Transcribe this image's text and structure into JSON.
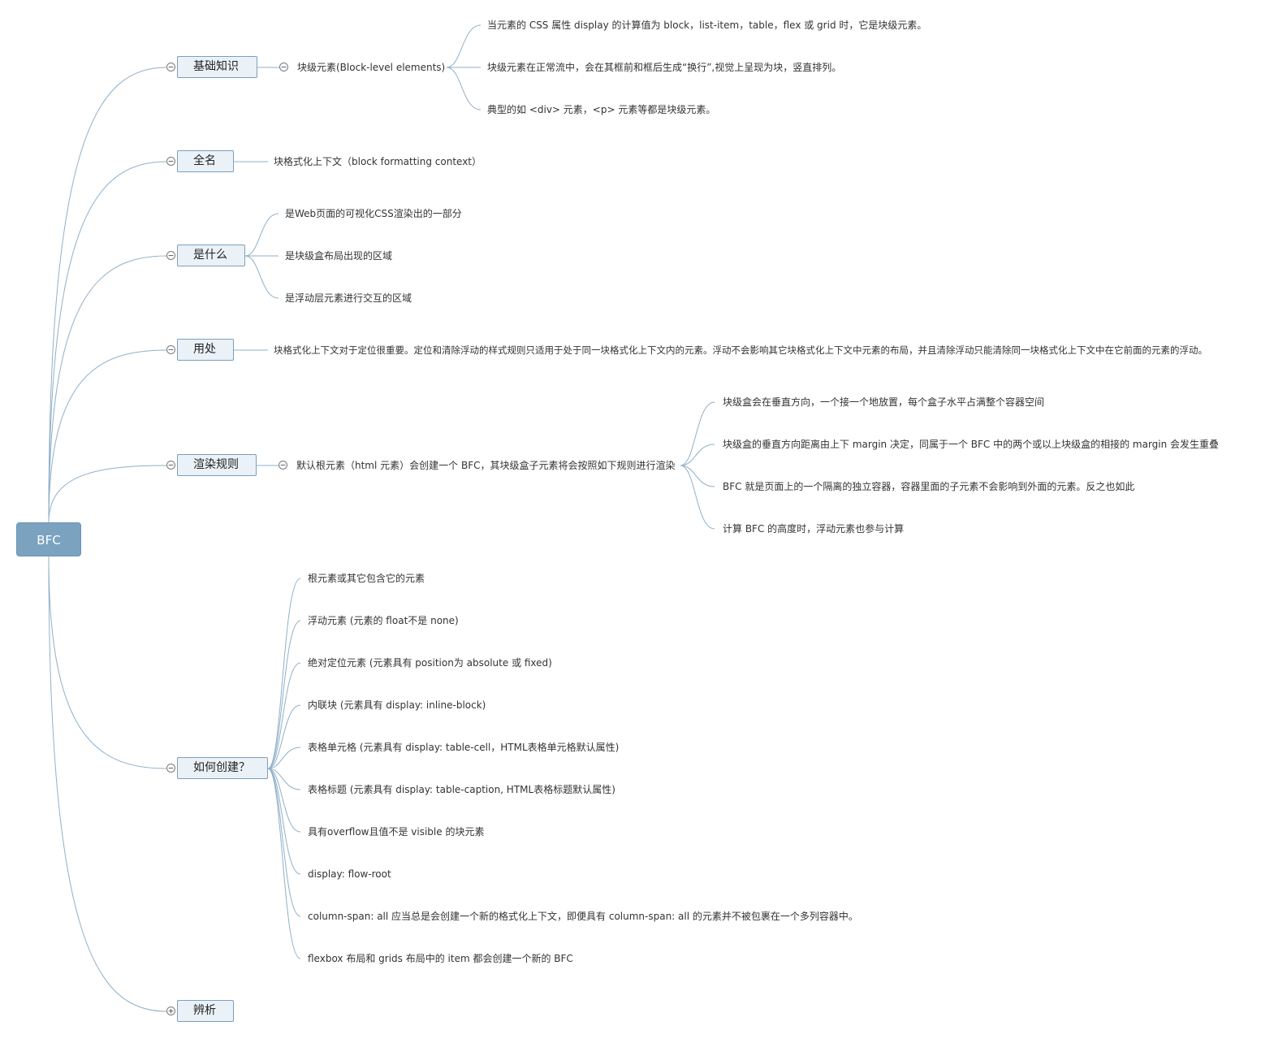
{
  "root": {
    "label": "BFC"
  },
  "branches": {
    "basics": {
      "label": "基础知识",
      "toggle": "−",
      "child": {
        "label": "块级元素(Block-level elements)",
        "toggle": "−",
        "items": [
          "当元素的 CSS 属性 display 的计算值为 block，list-item，table，flex 或 grid 时，它是块级元素。",
          "块级元素在正常流中，会在其框前和框后生成“换行”,视觉上呈现为块，竖直排列。",
          "典型的如 <div> 元素，<p> 元素等都是块级元素。"
        ]
      }
    },
    "fullname": {
      "label": "全名",
      "toggle": "−",
      "items": [
        "块格式化上下文（block formatting context）"
      ]
    },
    "what": {
      "label": "是什么",
      "toggle": "−",
      "items": [
        "是Web页面的可视化CSS渲染出的一部分",
        "是块级盒布局出现的区域",
        "是浮动层元素进行交互的区域"
      ]
    },
    "usage": {
      "label": "用处",
      "toggle": "−",
      "items": [
        "块格式化上下文对于定位很重要。定位和清除浮动的样式规则只适用于处于同一块格式化上下文内的元素。浮动不会影响其它块格式化上下文中元素的布局，并且清除浮动只能清除同一块格式化上下文中在它前面的元素的浮动。"
      ]
    },
    "render": {
      "label": "渲染规则",
      "toggle": "−",
      "child": {
        "label": "默认根元素（html 元素）会创建一个 BFC，其块级盒子元素将会按照如下规则进行渲染",
        "toggle": "−",
        "items": [
          "块级盒会在垂直方向，一个接一个地放置，每个盒子水平占满整个容器空间",
          "块级盒的垂直方向距离由上下 margin 决定，同属于一个 BFC 中的两个或以上块级盒的相接的 margin 会发生重叠",
          "BFC 就是页面上的一个隔离的独立容器，容器里面的子元素不会影响到外面的元素。反之也如此",
          "计算 BFC 的高度时，浮动元素也参与计算"
        ]
      }
    },
    "create": {
      "label": "如何创建？",
      "toggle": "−",
      "items": [
        "根元素或其它包含它的元素",
        "浮动元素 (元素的 float不是 none)",
        "绝对定位元素 (元素具有 position为 absolute 或 fixed)",
        "内联块 (元素具有 display: inline-block)",
        "表格单元格 (元素具有 display: table-cell，HTML表格单元格默认属性)",
        "表格标题 (元素具有 display: table-caption, HTML表格标题默认属性)",
        "具有overflow且值不是 visible 的块元素",
        "display: flow-root",
        "column-span: all 应当总是会创建一个新的格式化上下文，即便具有 column-span: all 的元素并不被包裹在一个多列容器中。",
        "flexbox 布局和 grids 布局中的 item 都会创建一个新的 BFC"
      ]
    },
    "analysis": {
      "label": "辨析",
      "toggle": "+"
    }
  },
  "colors": {
    "line": "#8fb0c9",
    "root": "#7ba3c0",
    "node_fill": "#eaf1f7",
    "node_border": "#7d9fbc"
  }
}
